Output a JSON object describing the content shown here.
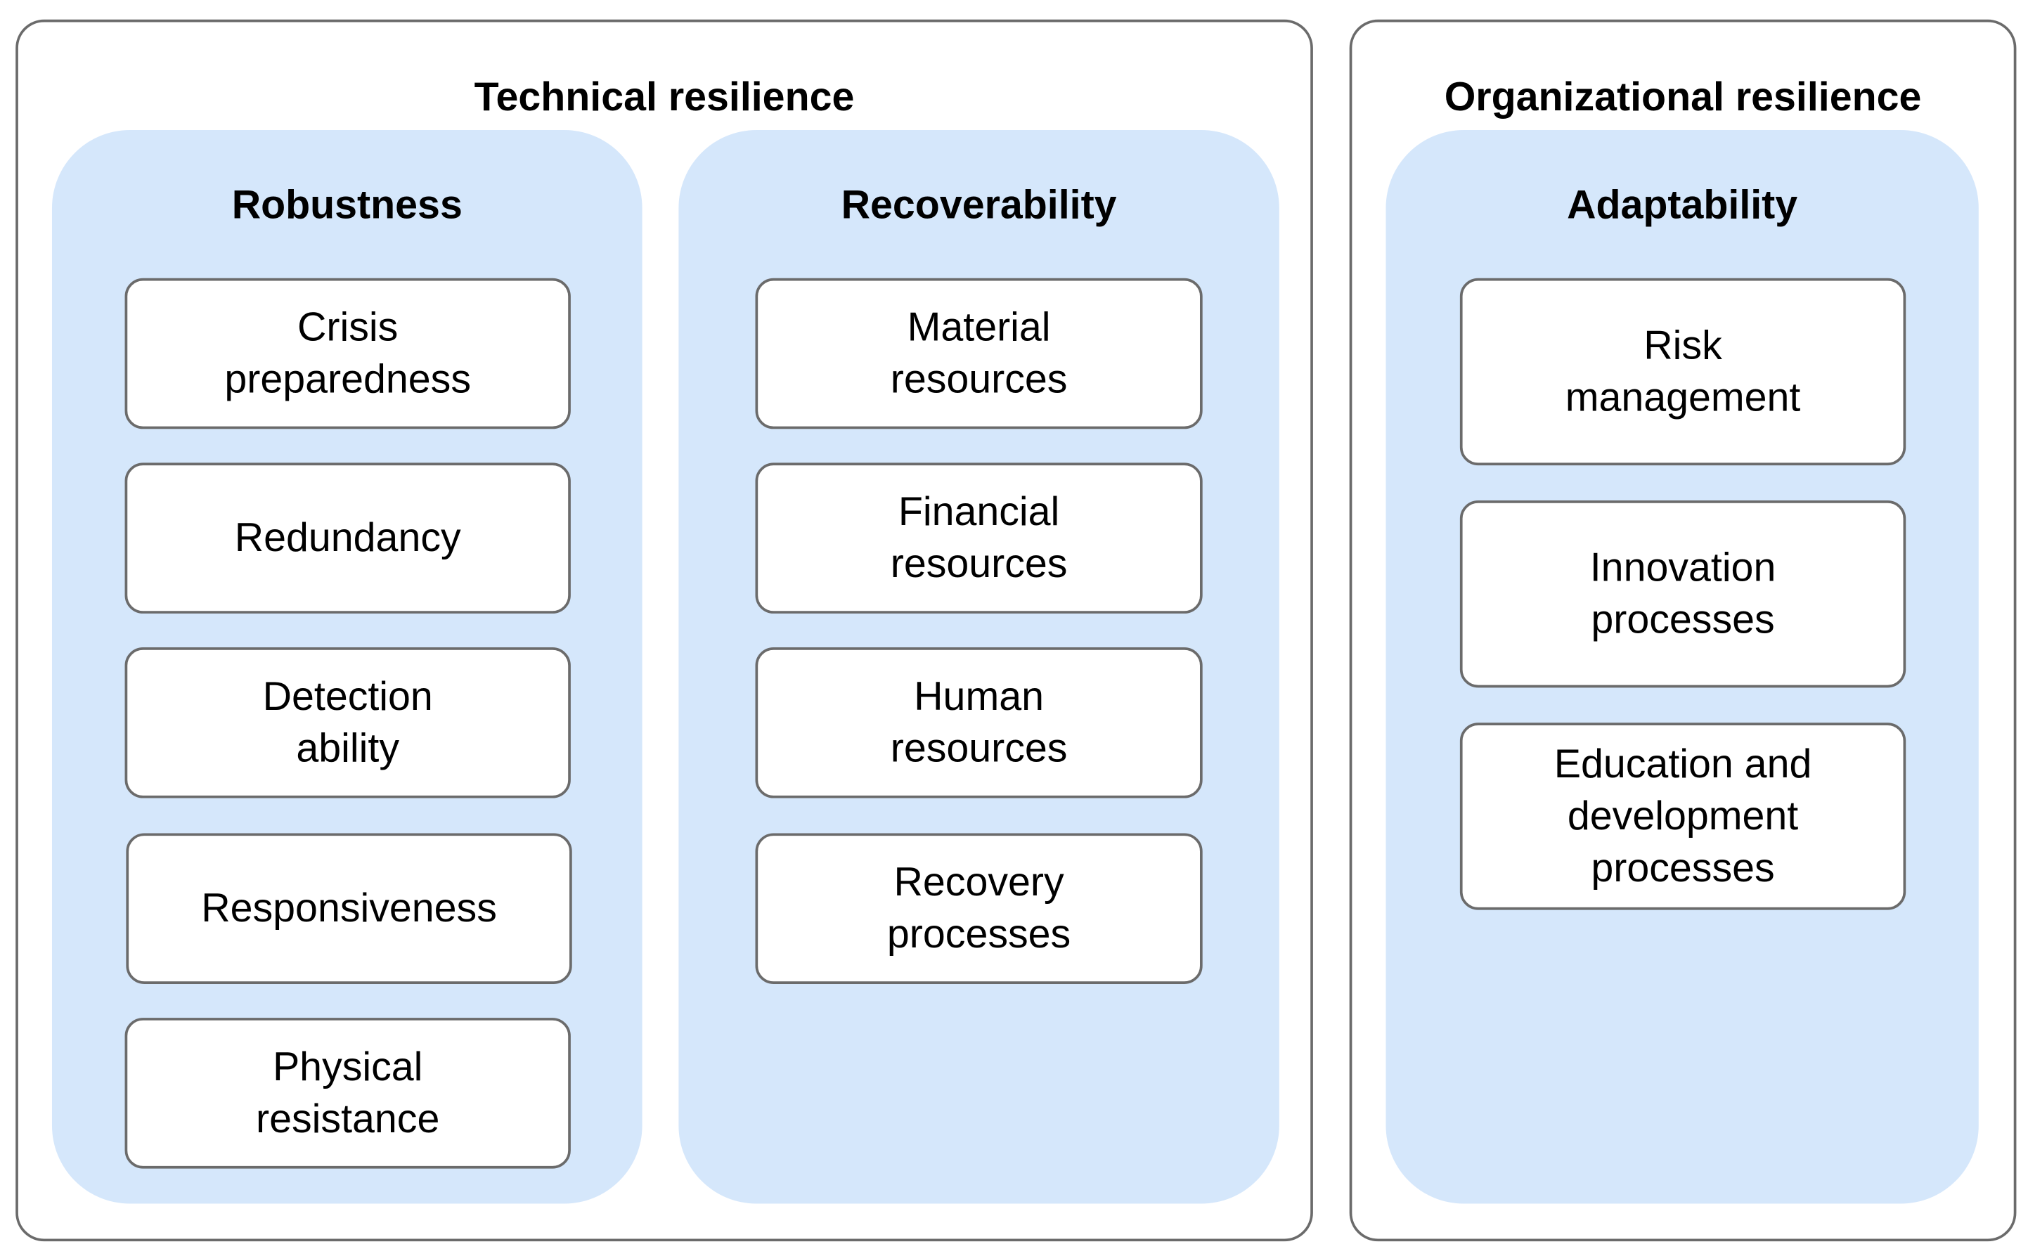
{
  "technical": {
    "title": "Technical resilience",
    "robustness": {
      "title": "Robustness",
      "items": [
        "Crisis\npreparedness",
        "Redundancy",
        "Detection\nability",
        "Responsiveness",
        "Physical\nresistance"
      ]
    },
    "recoverability": {
      "title": "Recoverability",
      "items": [
        "Material\nresources",
        "Financial\nresources",
        "Human\nresources",
        "Recovery\nprocesses"
      ]
    }
  },
  "organizational": {
    "title": "Organizational resilience",
    "adaptability": {
      "title": "Adaptability",
      "items": [
        "Risk\nmanagement",
        "Innovation\nprocesses",
        "Education and\ndevelopment\nprocesses"
      ]
    }
  },
  "colors": {
    "panel": "#d5e7fb",
    "border": "#6b6b6b"
  }
}
